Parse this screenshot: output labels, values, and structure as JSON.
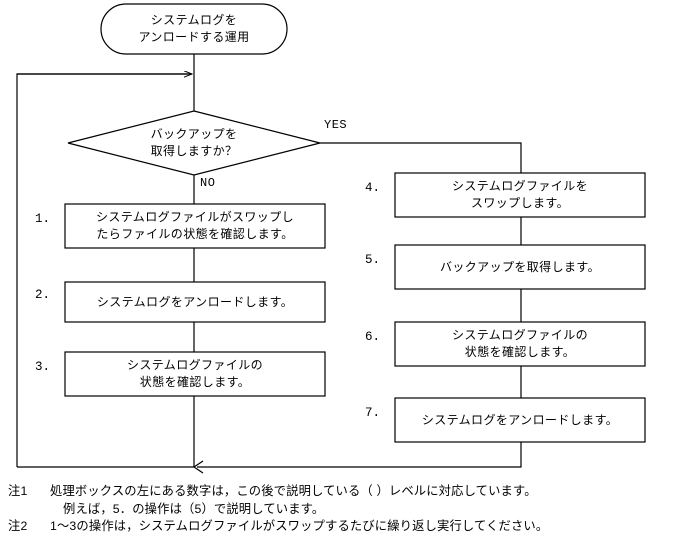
{
  "diagram": {
    "type": "flowchart",
    "title_node": {
      "shape": "terminator",
      "lines": [
        "システムログを",
        "アンロードする運用"
      ]
    },
    "decision": {
      "shape": "diamond",
      "lines": [
        "バックアップを",
        "取得しますか？"
      ],
      "yes_label": "YES",
      "no_label": "NO"
    },
    "left_branch": {
      "label": "NO",
      "steps": [
        {
          "num": "1.",
          "lines": [
            "システムログファイルがスワップし",
            "たらファイルの状態を確認します。"
          ]
        },
        {
          "num": "2.",
          "lines": [
            "システムログをアンロードします。"
          ]
        },
        {
          "num": "3.",
          "lines": [
            "システムログファイルの",
            "状態を確認します。"
          ]
        }
      ]
    },
    "right_branch": {
      "label": "YES",
      "steps": [
        {
          "num": "4.",
          "lines": [
            "システムログファイルを",
            "スワップします。"
          ]
        },
        {
          "num": "5.",
          "lines": [
            "バックアップを取得します。"
          ]
        },
        {
          "num": "6.",
          "lines": [
            "システムログファイルの",
            "状態を確認します。"
          ]
        },
        {
          "num": "7.",
          "lines": [
            "システムログをアンロードします。"
          ]
        }
      ]
    },
    "colors": {
      "line": "#000000",
      "fill": "#ffffff",
      "text": "#000000"
    }
  },
  "notes": [
    {
      "tag": "注1",
      "text": "処理ボックスの左にある数字は，この後で説明している（ ）レベルに対応しています。",
      "continuation": "例えば，5．の操作は（5）で説明しています。"
    },
    {
      "tag": "注2",
      "text": "1〜3の操作は，システムログファイルがスワップするたびに繰り返し実行してください。",
      "continuation": ""
    }
  ]
}
